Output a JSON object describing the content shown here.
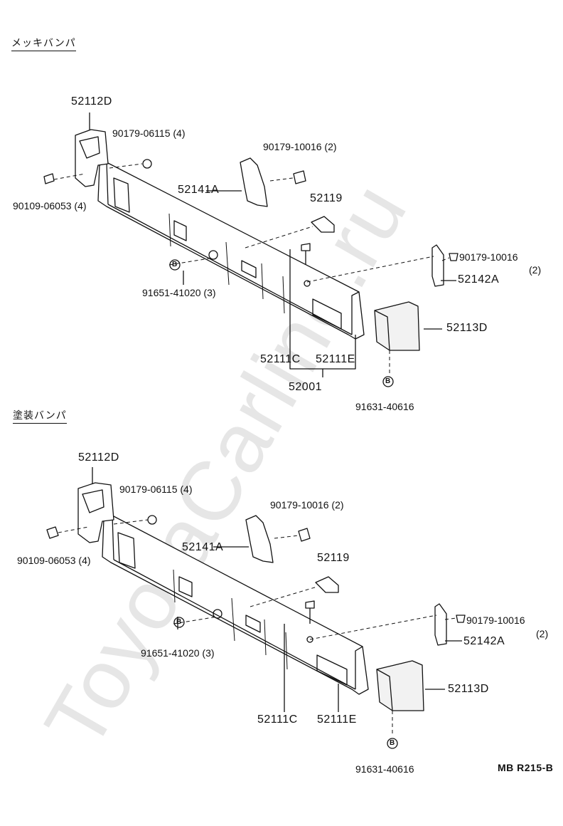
{
  "sections": [
    {
      "title": "メッキバンパ",
      "labels": {
        "p52112D": "52112D",
        "p90179_06115": "90179-06115 (4)",
        "p90179_10016a": "90179-10016 (2)",
        "p52141A": "52141A",
        "p52119": "52119",
        "p90109_06053": "90109-06053 (4)",
        "p90179_10016b": "90179-10016",
        "p90179_10016b_qty": "(2)",
        "p52142A": "52142A",
        "p91651_41020": "91651-41020 (3)",
        "p52113D": "52113D",
        "p52111C": "52111C",
        "p52111E": "52111E",
        "p52001": "52001",
        "p91631_40616": "91631-40616",
        "b_marker": "B"
      }
    },
    {
      "title": "塗装バンパ",
      "labels": {
        "p52112D": "52112D",
        "p90179_06115": "90179-06115 (4)",
        "p90179_10016a": "90179-10016 (2)",
        "p52141A": "52141A",
        "p52119": "52119",
        "p90109_06053": "90109-06053 (4)",
        "p90179_10016b": "90179-10016",
        "p90179_10016b_qty": "(2)",
        "p52142A": "52142A",
        "p91651_41020": "91651-41020 (3)",
        "p52113D": "52113D",
        "p52111C": "52111C",
        "p52111E": "52111E",
        "p91631_40616": "91631-40616",
        "b_marker": "B"
      }
    }
  ],
  "diagram_code": "MB R215-B",
  "watermark": "ToyotaCarline.ru"
}
